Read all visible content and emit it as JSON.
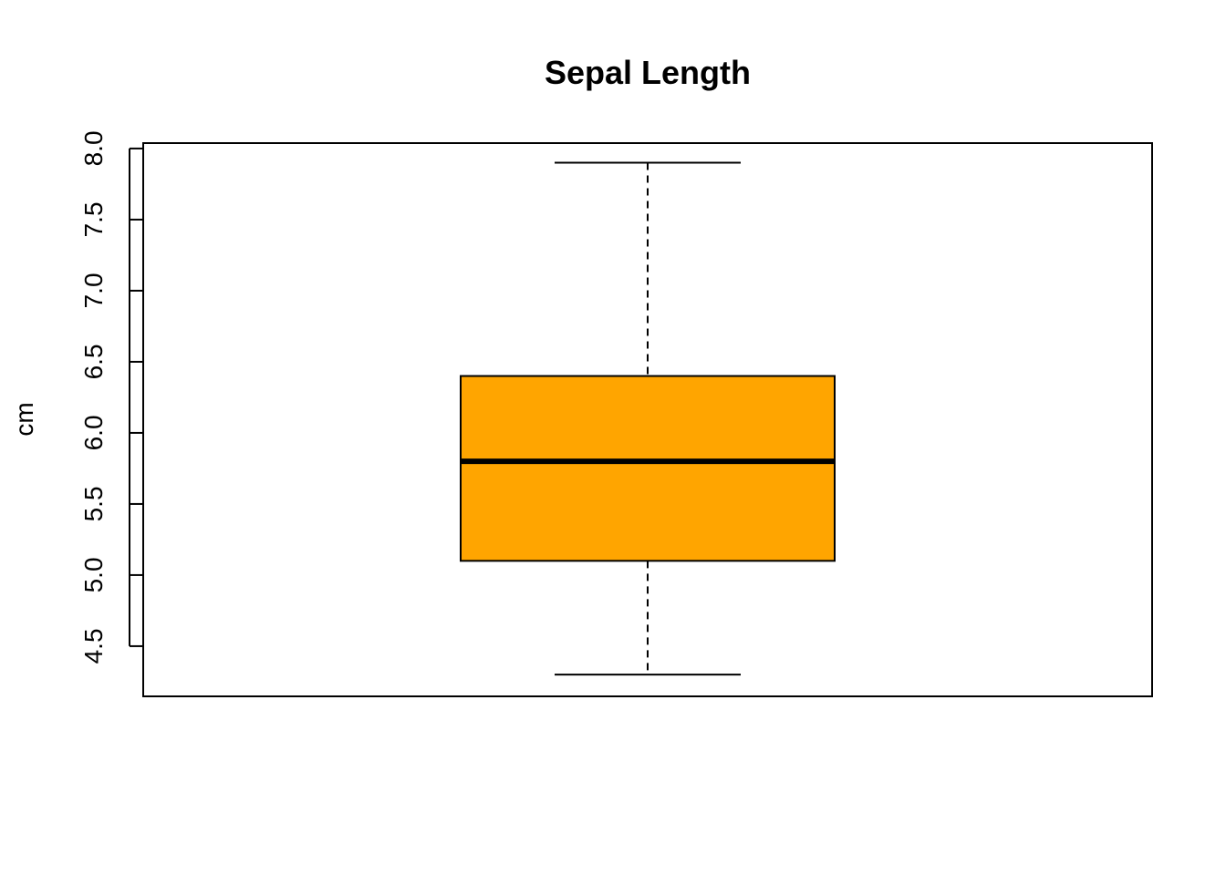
{
  "chart_data": {
    "type": "boxplot",
    "title": "Sepal Length",
    "xlabel": "",
    "ylabel": "cm",
    "ylim": [
      4.147,
      8.038
    ],
    "yticks": [
      4.5,
      5.0,
      5.5,
      6.0,
      6.5,
      7.0,
      7.5,
      8.0
    ],
    "ytick_labels": [
      "4.5",
      "5.0",
      "5.5",
      "6.0",
      "6.5",
      "7.0",
      "7.5",
      "8.0"
    ],
    "grid": false,
    "box": {
      "min": 4.3,
      "q1": 5.1,
      "median": 5.8,
      "q3": 6.4,
      "max": 7.9,
      "fill": "#FFA500",
      "stroke": "#000000"
    }
  }
}
